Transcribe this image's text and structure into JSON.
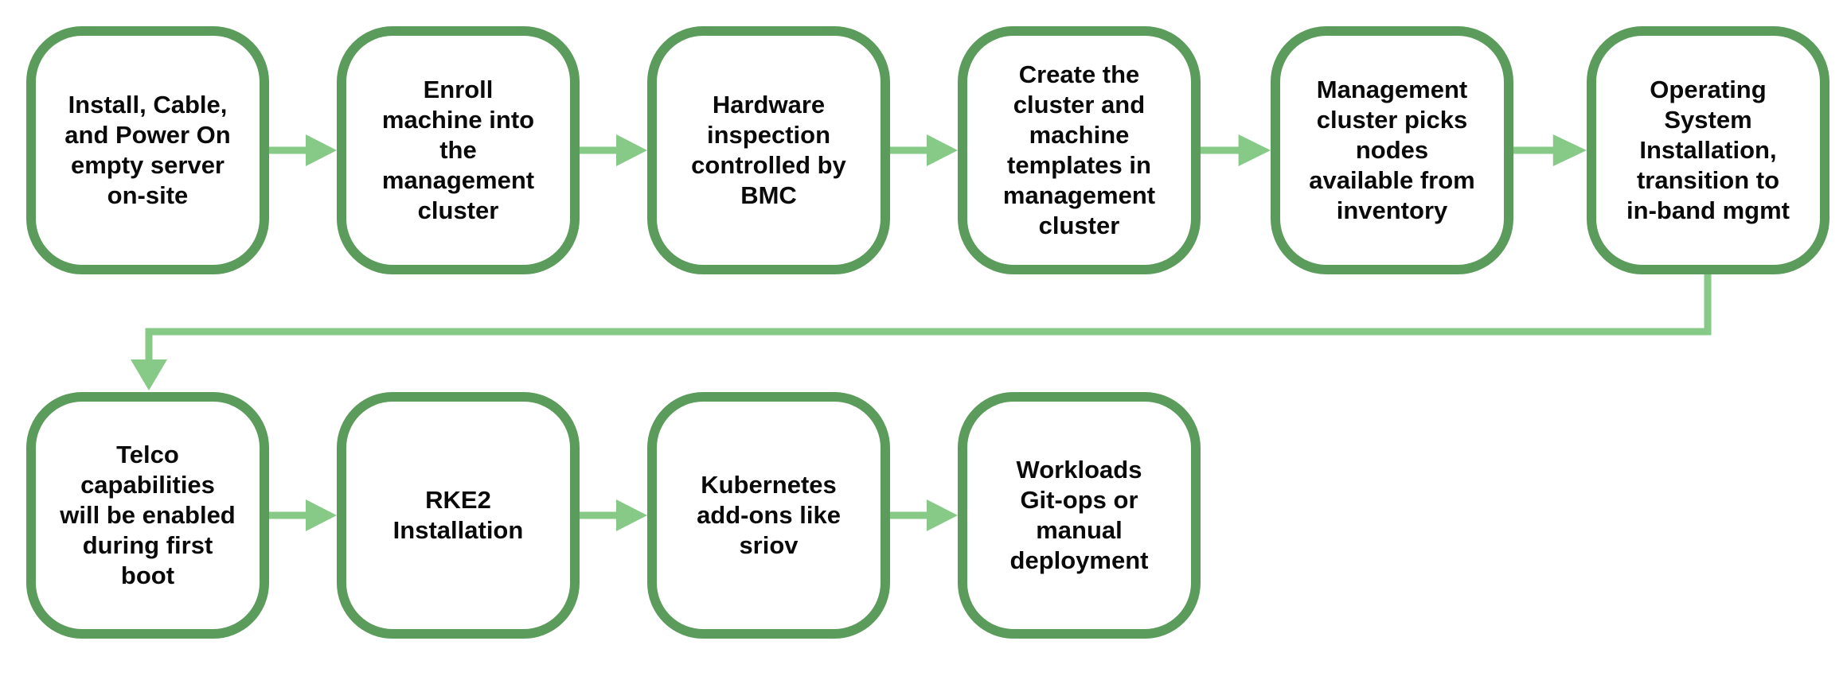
{
  "diagram": {
    "type": "flowchart",
    "colors": {
      "bg": "#ffffff",
      "node-border": "#5b9b5b",
      "arrow": "#87c987",
      "text": "#0a0a0a"
    },
    "rows": [
      {
        "nodes": [
          {
            "id": "install-cable-power-on",
            "label": "Install, Cable,\nand Power On\nempty server\non-site"
          },
          {
            "id": "enroll-machine",
            "label": "Enroll\nmachine into\nthe\nmanagement\ncluster"
          },
          {
            "id": "hardware-inspection",
            "label": "Hardware\ninspection\ncontrolled by\nBMC"
          },
          {
            "id": "create-cluster-templates",
            "label": "Create the\ncluster and\nmachine\ntemplates in\nmanagement\ncluster"
          },
          {
            "id": "management-picks-nodes",
            "label": "Management\ncluster picks\nnodes\navailable from\ninventory"
          },
          {
            "id": "os-installation",
            "label": "Operating\nSystem\nInstallation,\ntransition to\nin-band mgmt"
          }
        ]
      },
      {
        "nodes": [
          {
            "id": "telco-capabilities",
            "label": "Telco\ncapabilities\nwill be enabled\nduring first\nboot"
          },
          {
            "id": "rke2-installation",
            "label": "RKE2\nInstallation"
          },
          {
            "id": "kubernetes-addons",
            "label": "Kubernetes\nadd-ons like\nsriov"
          },
          {
            "id": "workloads-deployment",
            "label": "Workloads\nGit-ops or\nmanual\ndeployment"
          }
        ]
      }
    ]
  }
}
